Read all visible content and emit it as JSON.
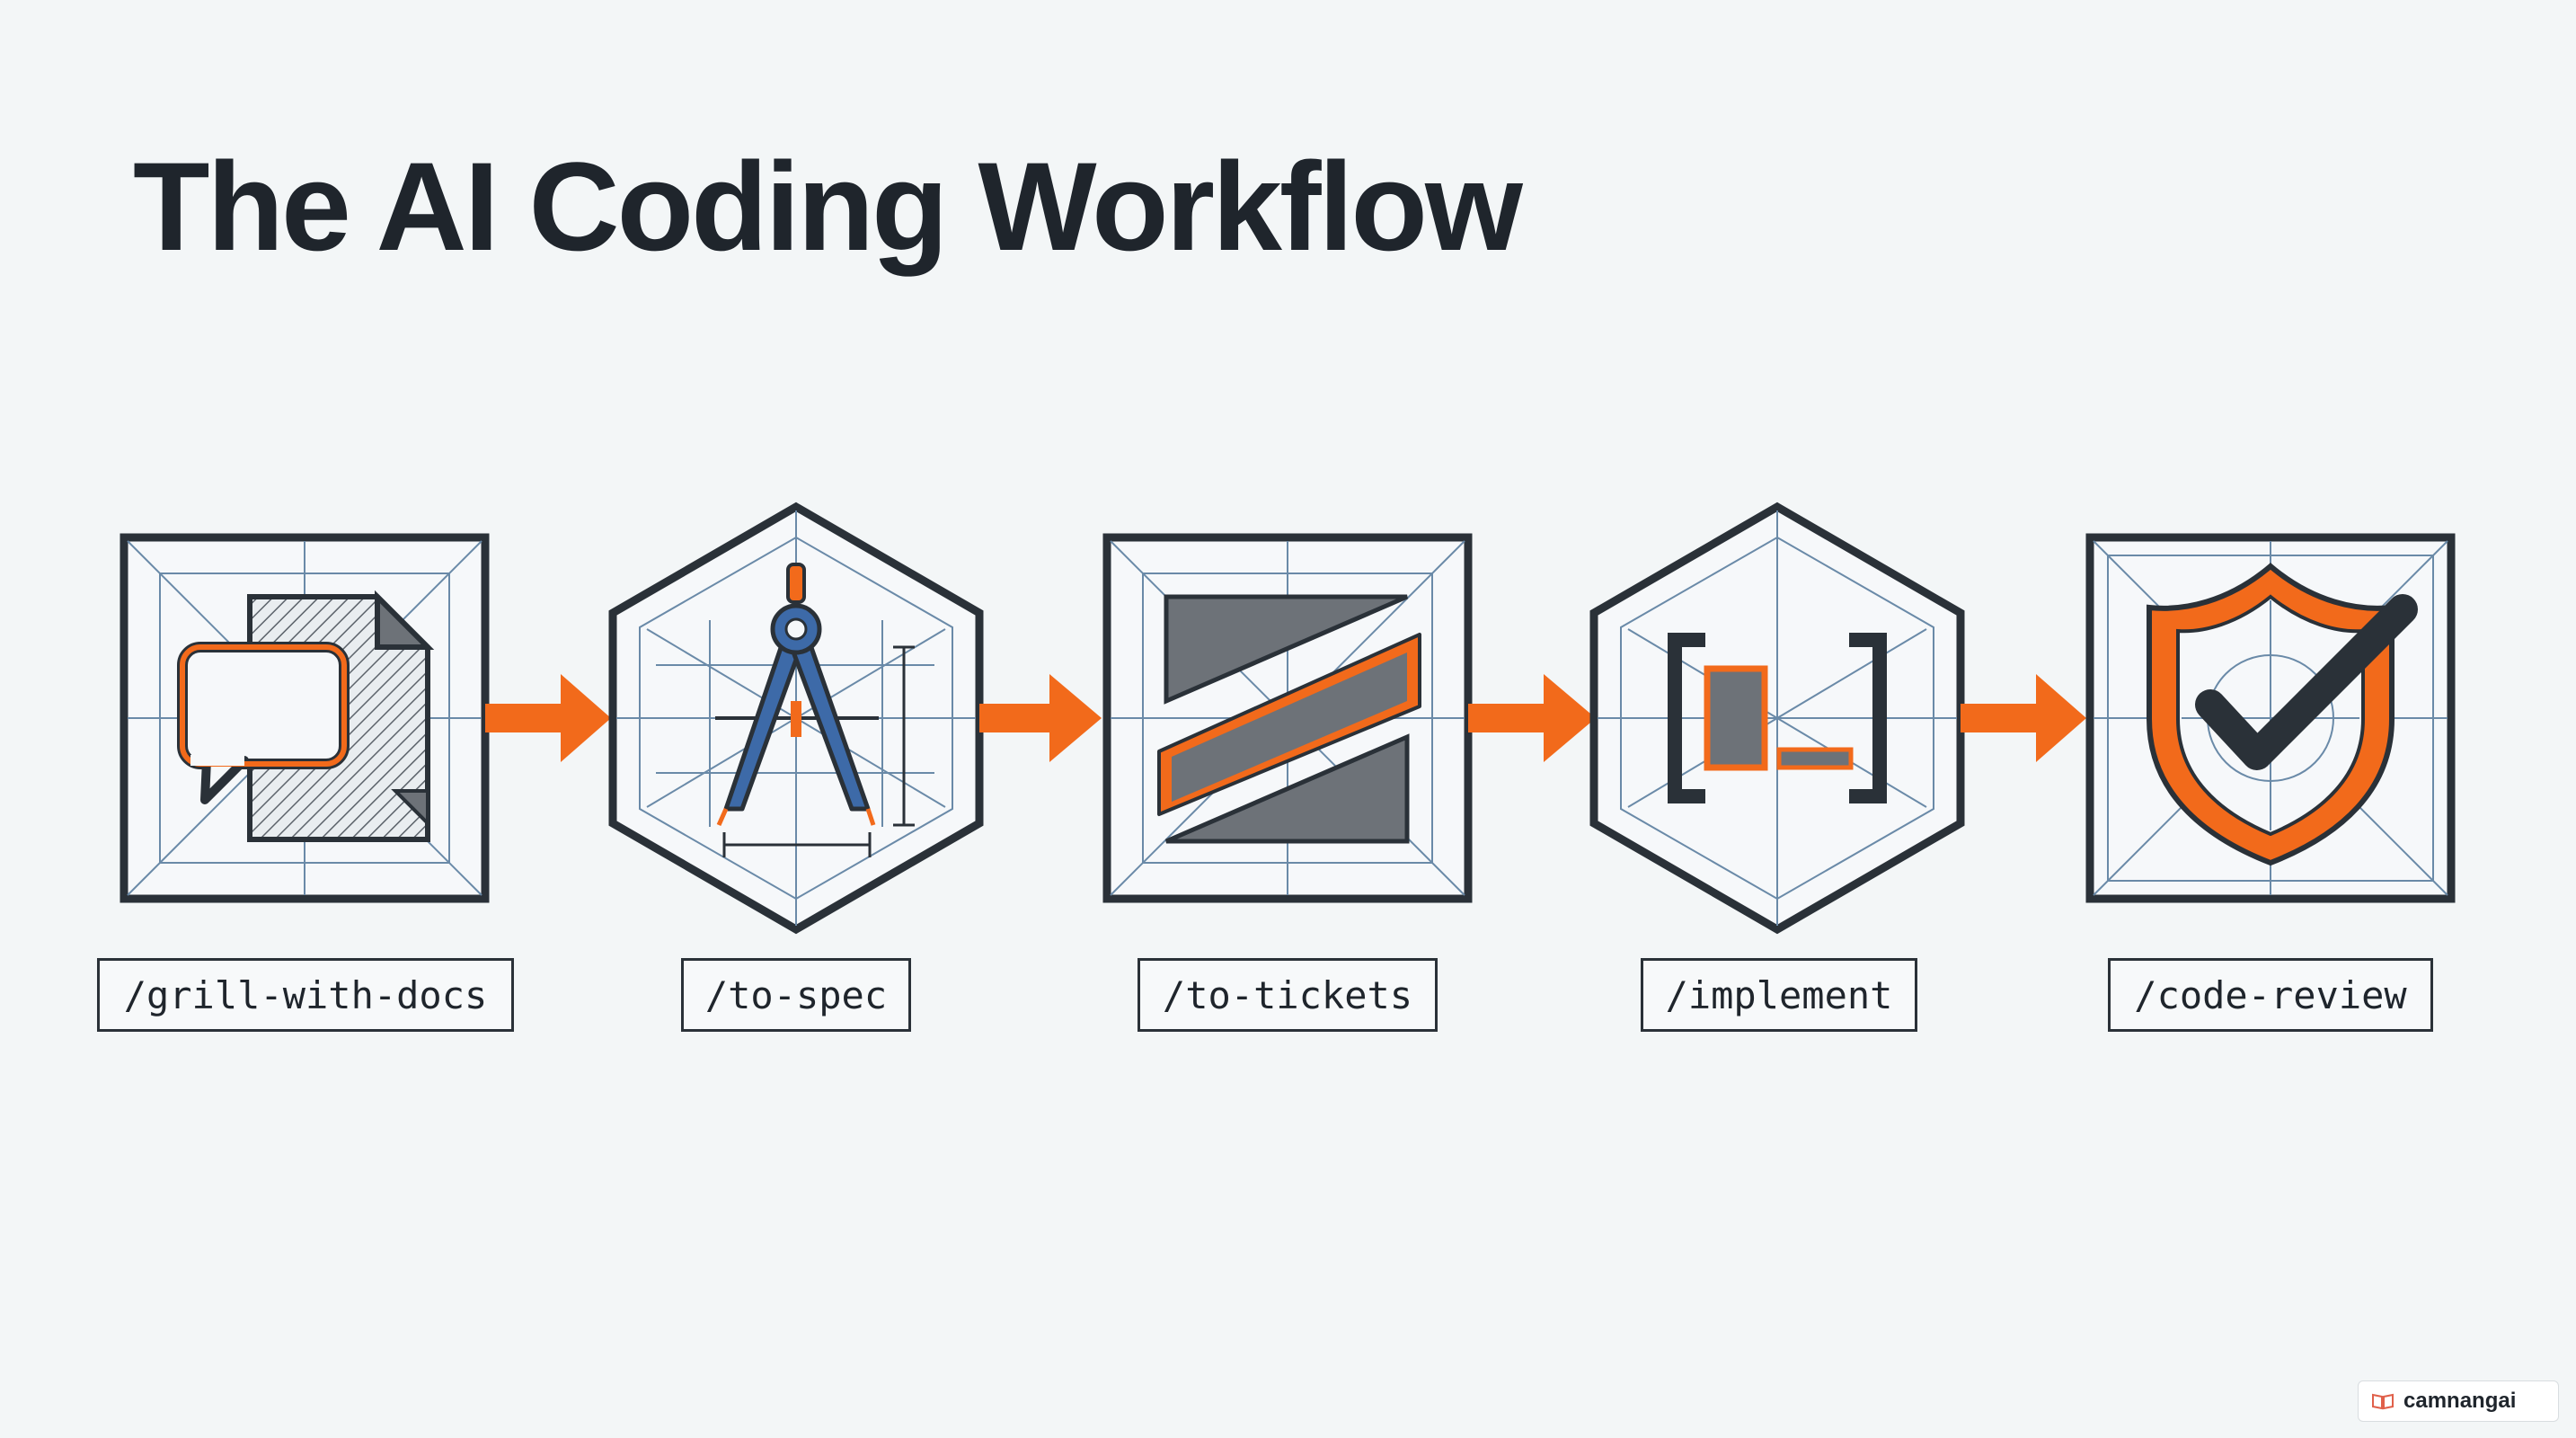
{
  "title": "The AI Coding Workflow",
  "steps": [
    {
      "command": "/grill-with-docs",
      "icon": "document-chat-icon"
    },
    {
      "command": "/to-spec",
      "icon": "compass-drafting-icon"
    },
    {
      "command": "/to-tickets",
      "icon": "ticket-split-icon"
    },
    {
      "command": "/implement",
      "icon": "terminal-brackets-icon"
    },
    {
      "command": "/code-review",
      "icon": "shield-check-icon"
    }
  ],
  "watermark": {
    "text": "camnangai",
    "icon": "book-icon"
  },
  "colors": {
    "accent": "#f26a1b",
    "outline": "#2a3138",
    "grid": "#6a8aa8",
    "fill_gray": "#6d7278",
    "compass_blue": "#3d6aa8"
  }
}
